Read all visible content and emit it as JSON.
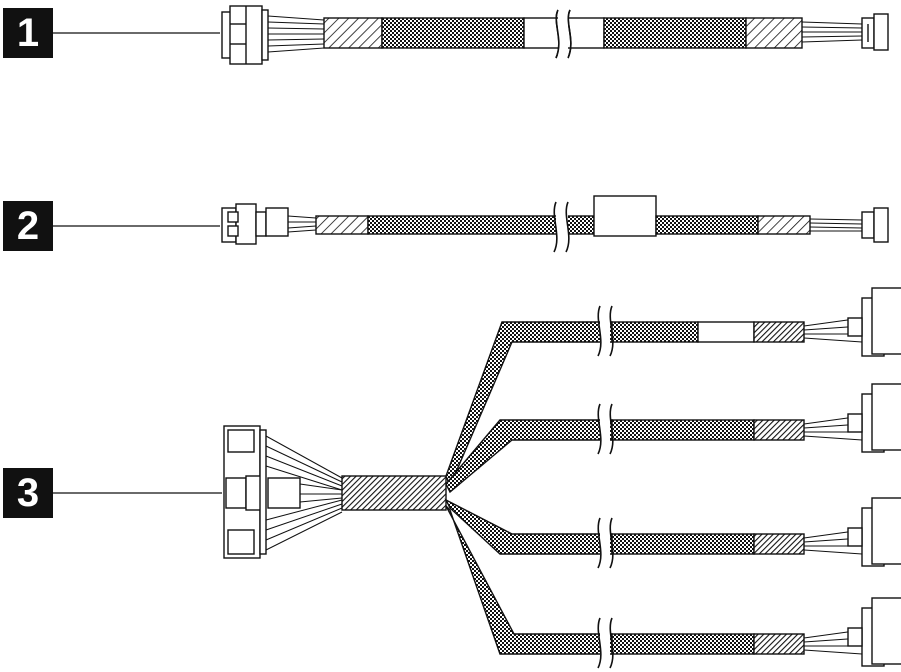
{
  "callouts": [
    {
      "label": "1"
    },
    {
      "label": "2"
    },
    {
      "label": "3"
    }
  ],
  "colors": {
    "ink": "#111111",
    "paper": "#ffffff",
    "callout_bg": "#111111",
    "callout_text": "#ffffff"
  },
  "cables": [
    {
      "callout": "1",
      "type": "straight-cable",
      "left_connector": "wide-multi-pin-connector",
      "right_connector": "slim-connector",
      "has_break": true,
      "label_band": "white-sleeve"
    },
    {
      "callout": "2",
      "type": "straight-cable",
      "left_connector": "latched-connector",
      "right_connector": "slim-connector",
      "has_break": true,
      "label_band": "white-label"
    },
    {
      "callout": "3",
      "type": "breakout-cable",
      "left_connector": "dual-stacked-connector",
      "right_connector": "drive-connector",
      "branches": 4,
      "has_break": true
    }
  ]
}
